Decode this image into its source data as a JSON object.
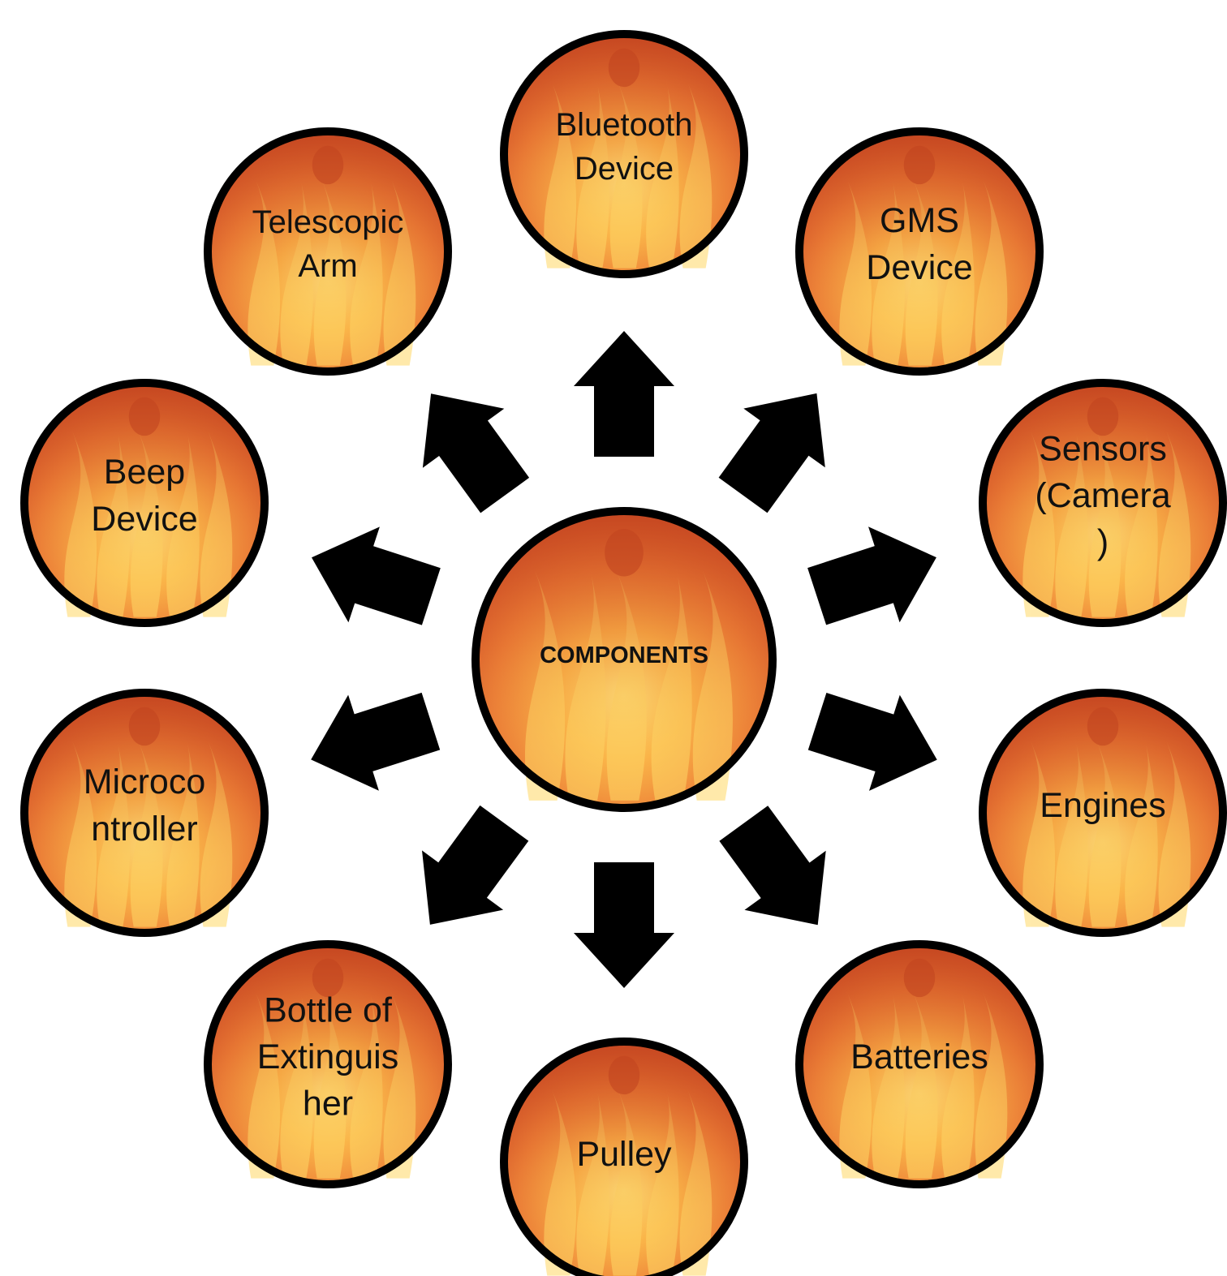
{
  "diagram": {
    "center": {
      "label": [
        "COMPONENTS"
      ]
    },
    "nodes": [
      {
        "id": "bluetooth",
        "label": [
          "Bluetooth",
          "Device"
        ]
      },
      {
        "id": "gms",
        "label": [
          "GMS",
          "Device"
        ]
      },
      {
        "id": "sensors",
        "label": [
          "Sensors",
          "(Camera",
          ")"
        ]
      },
      {
        "id": "engines",
        "label": [
          "Engines"
        ]
      },
      {
        "id": "batteries",
        "label": [
          "Batteries"
        ]
      },
      {
        "id": "pulley",
        "label": [
          "Pulley"
        ]
      },
      {
        "id": "extinguisher",
        "label": [
          "Bottle of",
          "Extinguis",
          "her"
        ]
      },
      {
        "id": "microcontroller",
        "label": [
          "Microco",
          "ntroller"
        ]
      },
      {
        "id": "beep",
        "label": [
          "Beep",
          "Device"
        ]
      },
      {
        "id": "telescopic",
        "label": [
          "Telescopic",
          "Arm"
        ]
      }
    ],
    "colors": {
      "circle_outline": "#000000",
      "arrow": "#000000",
      "flame_base": "#f2a03a",
      "flame_dark": "#c2441f",
      "flame_light": "#ffd866",
      "text": "#111111"
    }
  }
}
